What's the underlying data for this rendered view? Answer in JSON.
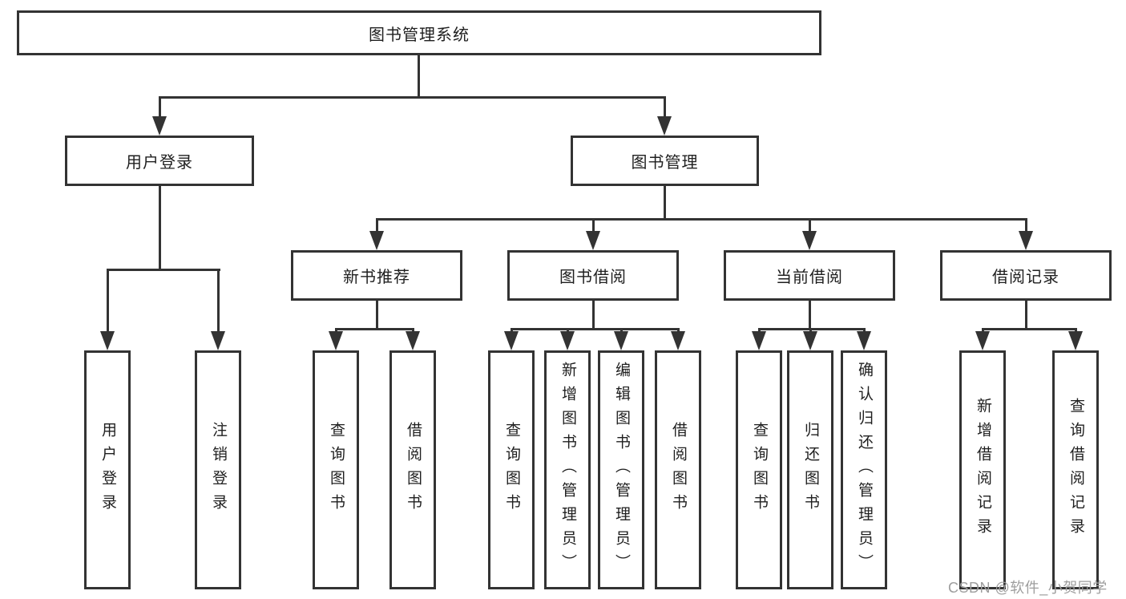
{
  "page": {
    "watermark": "CSDN @软件_小贺同学"
  },
  "colors": {
    "background": "#ffffff",
    "line": "#333333",
    "text": "#1f1f1f",
    "watermark": "#9e9e9e"
  },
  "tree": {
    "label": "图书管理系统",
    "children": [
      {
        "label": "用户登录",
        "children": [
          {
            "label": "用户登录"
          },
          {
            "label": "注销登录"
          }
        ]
      },
      {
        "label": "图书管理",
        "children": [
          {
            "label": "新书推荐",
            "children": [
              {
                "label": "查询图书"
              },
              {
                "label": "借阅图书"
              }
            ]
          },
          {
            "label": "图书借阅",
            "children": [
              {
                "label": "查询图书"
              },
              {
                "label": "新增图书（管理员）"
              },
              {
                "label": "编辑图书（管理员）"
              },
              {
                "label": "借阅图书"
              }
            ]
          },
          {
            "label": "当前借阅",
            "children": [
              {
                "label": "查询图书"
              },
              {
                "label": "归还图书"
              },
              {
                "label": "确认归还（管理员）"
              }
            ]
          },
          {
            "label": "借阅记录",
            "children": [
              {
                "label": "新增借阅记录"
              },
              {
                "label": "查询借阅记录"
              }
            ]
          }
        ]
      }
    ]
  }
}
